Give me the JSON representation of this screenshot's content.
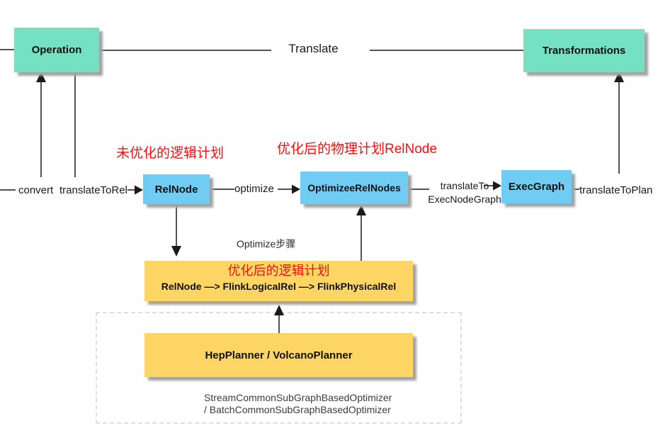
{
  "colors": {
    "green": "#75e1c3",
    "blue": "#71ccf3",
    "yellow": "#fcd564",
    "red": "#fb0d0d",
    "line": "#1a1a1a"
  },
  "flow_nodes": {
    "operation": "Operation",
    "transformations": "Transformations",
    "relnode": "RelNode",
    "optimizee_relnodes": "OptimizeeRelNodes",
    "execgraph": "ExecGraph"
  },
  "edge_labels": {
    "translate": "Translate",
    "convert": "convert",
    "translate_to_rel": "translateToRel",
    "optimize": "optimize",
    "translate_to_line1": "translateTo",
    "translate_to_line2": "ExecNodeGraph",
    "translate_to_plan": "translateToPlan"
  },
  "annotations": {
    "unoptimized_logical_plan": "未优化的逻辑计划",
    "optimized_physical_plan": "优化后的物理计划RelNode",
    "optimize_steps": "Optimize步骤",
    "optimizer_names_line1": "StreamCommonSubGraphBasedOptimizer",
    "optimizer_names_line2": "/ BatchCommonSubGraphBasedOptimizer"
  },
  "optimized_logical_box": {
    "title": "优化后的逻辑计划",
    "content": "RelNode —> FlinkLogicalRel —>  FlinkPhysicalRel"
  },
  "planner_box": {
    "label": "HepPlanner / VolcanoPlanner"
  }
}
